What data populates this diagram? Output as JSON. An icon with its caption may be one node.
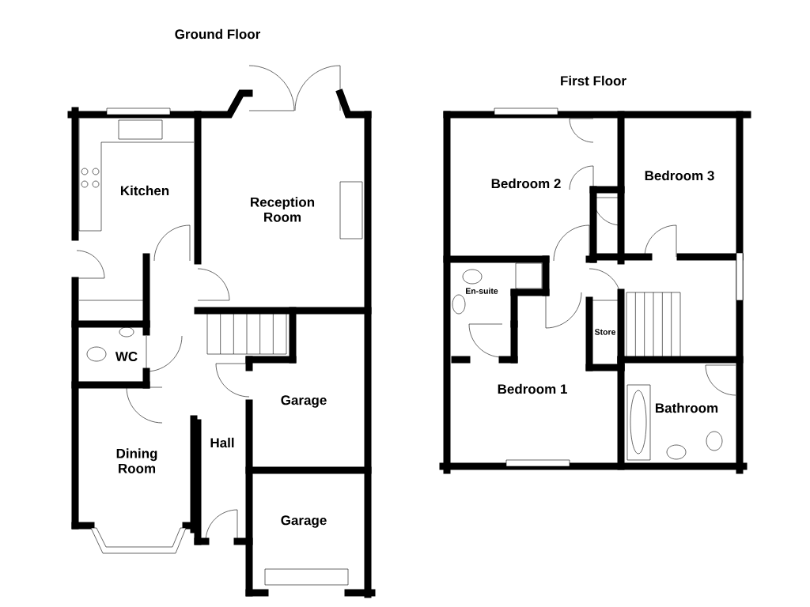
{
  "diagram": {
    "labels": [
      "Ground Floor",
      "Kitchen",
      "Reception Room",
      "WC",
      "Dining Room",
      "Hall",
      "Garage",
      "Garage",
      "First Floor",
      "Bedroom 2",
      "Bedroom 3",
      "En-suite",
      "Store",
      "Bedroom 1",
      "Bathroom"
    ]
  }
}
